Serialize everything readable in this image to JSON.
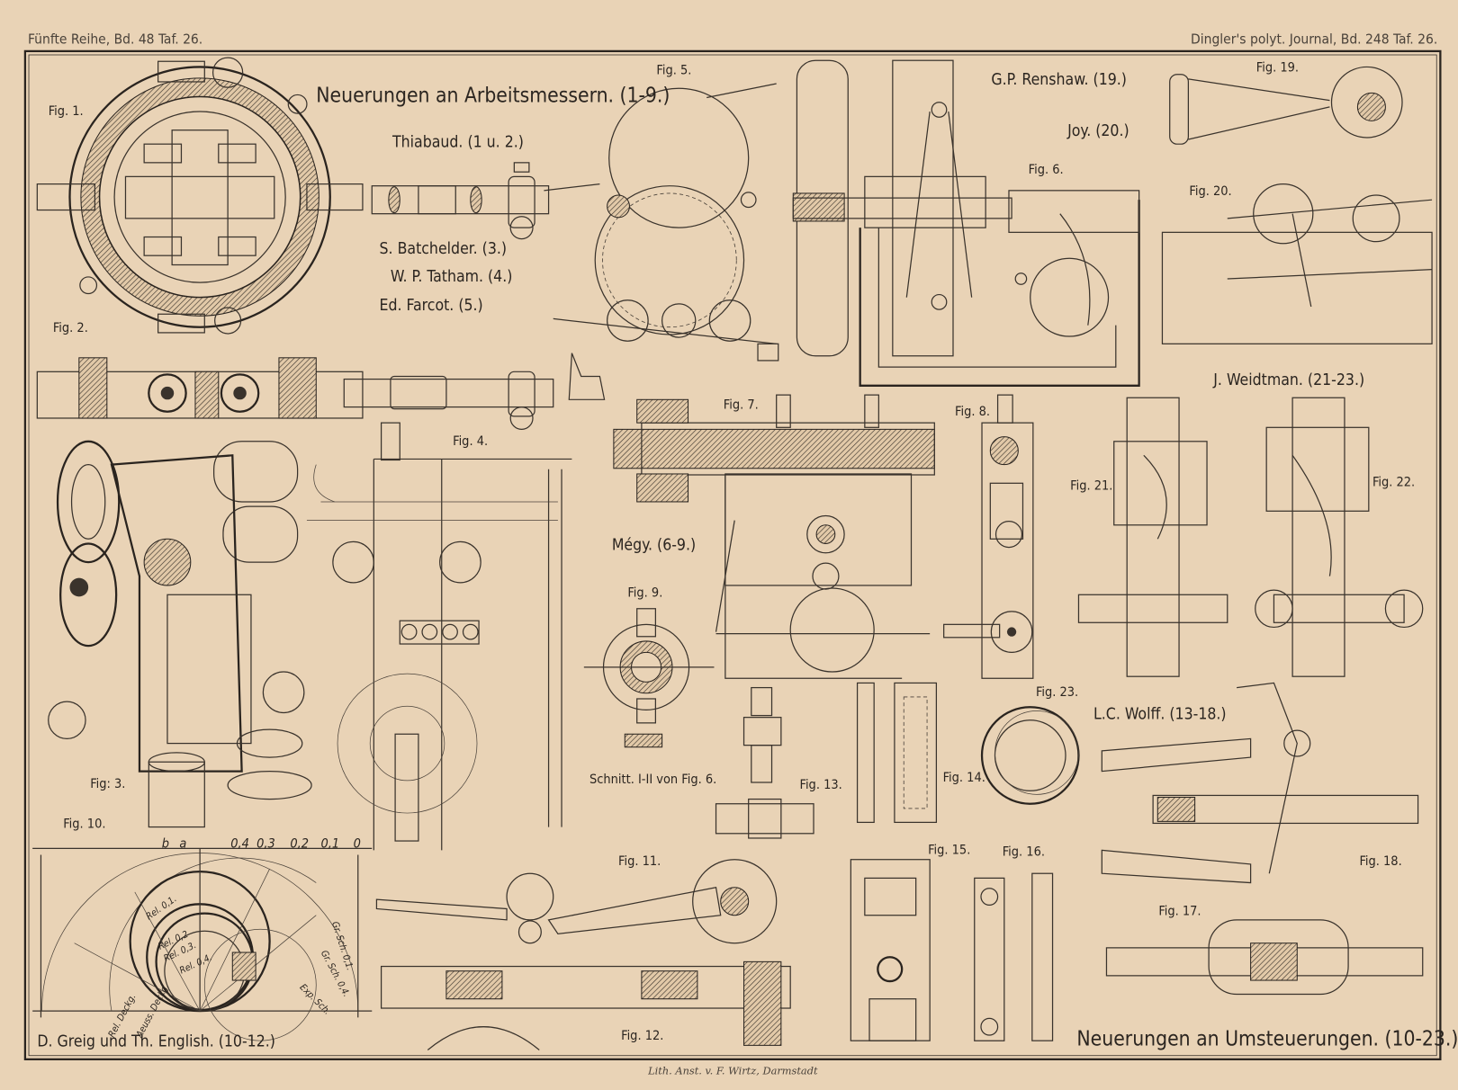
{
  "header": {
    "left": "Fünfte Reihe, Bd. 48 Taf. 26.",
    "right": "Dingler's polyt. Journal, Bd. 248 Taf. 26."
  },
  "titles": {
    "top": "Neuerungen an Arbeitsmessern. (1-9.)",
    "bottom": "Neuerungen an Umsteuerungen. (10-23.)"
  },
  "authors": {
    "thiabaud": "Thiabaud. (1 u. 2.)",
    "batchelder": "S. Batchelder. (3.)",
    "tatham": "W. P. Tatham. (4.)",
    "farcot": "Ed. Farcot. (5.)",
    "renshaw": "G.P. Renshaw. (19.)",
    "joy": "Joy. (20.)",
    "weidtman": "J. Weidtman. (21-23.)",
    "megy": "Mégy. (6-9.)",
    "wolff": "L.C. Wolff. (13-18.)",
    "greig": "D. Greig und Th. English. (10-12.)"
  },
  "figures": {
    "f1": "Fig. 1.",
    "f2": "Fig. 2.",
    "f3": "Fig: 3.",
    "f4": "Fig. 4.",
    "f5": "Fig. 5.",
    "f6": "Fig. 6.",
    "f7": "Fig. 7.",
    "f8": "Fig. 8.",
    "f9": "Fig. 9.",
    "f10": "Fig. 10.",
    "f11": "Fig. 11.",
    "f12": "Fig. 12.",
    "f13": "Fig. 13.",
    "f14": "Fig. 14.",
    "f15": "Fig. 15.",
    "f16": "Fig. 16.",
    "f17": "Fig. 17.",
    "f18": "Fig. 18.",
    "f19": "Fig. 19.",
    "f20": "Fig. 20.",
    "f21": "Fig. 21.",
    "f22": "Fig. 22.",
    "f23": "Fig. 23."
  },
  "captions": {
    "schnitt": "Schnitt. I-II von Fig. 6."
  },
  "fig10_labels": {
    "ticks": [
      "b",
      "a",
      "0,4",
      "0,3",
      "0,2",
      "0,1",
      "0"
    ],
    "curves": [
      "Rel. 0,1.",
      "Rel. 0,2",
      "Rel. 0,3.",
      "Rel. 0,4.",
      "Rel. Deckg.",
      "Aeuss. Deckg.",
      "Gr. Sch. 0,1.",
      "Gr. Sch. 0,4.",
      "Exp. Sch."
    ]
  },
  "imprint": "Lith. Anst. v. F. Wirtz, Darmstadt",
  "colors": {
    "paper": "#e9d3b6",
    "ink": "#2b2520"
  }
}
